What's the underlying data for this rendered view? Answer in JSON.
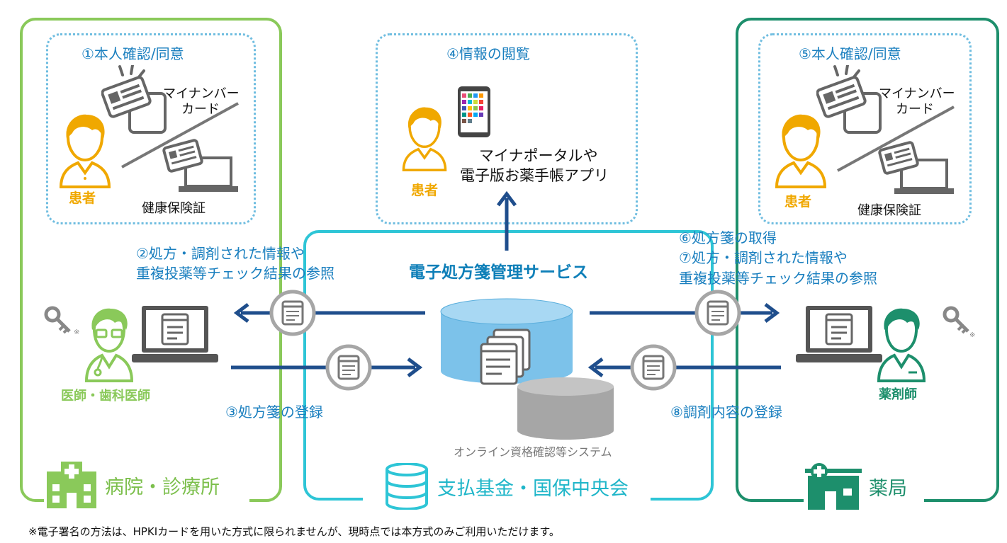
{
  "colors": {
    "hospital_green": "#8ac95a",
    "fund_cyan": "#2ec5d6",
    "pharmacy_green": "#1d8f6c",
    "arrow_navy": "#1f4e8c",
    "dotted_blue": "#6fbde0",
    "patient_orange": "#f0a800",
    "db_blue": "#7cc2ea",
    "db_gray": "#a6a6a6"
  },
  "hospital": {
    "consent_title": "①本人確認/同意",
    "card_label_1": "マイナンバー",
    "card_label_2": "カード",
    "insurance_label": "健康保険証",
    "patient_label": "患者",
    "ref_line_1": "②処方・調剤された情報や",
    "ref_line_2": "重複投薬等チェック結果の参照",
    "doctor_label": "医師・歯科医師",
    "note_mark": "※",
    "register_label": "③処方箋の登録",
    "footer_label": "病院・診療所",
    "icon": "hospital-icon"
  },
  "viewing": {
    "title": "④情報の閲覧",
    "line_1": "マイナポータルや",
    "line_2": "電子版お薬手帳アプリ",
    "patient_label": "患者",
    "icon": "smartphone-icon"
  },
  "center": {
    "service_title": "電子処方箋管理サービス",
    "system_label": "オンライン資格確認等システム",
    "footer_label": "支払基金・国保中央会",
    "icon": "database-icon"
  },
  "pharmacy": {
    "consent_title": "⑤本人確認/同意",
    "card_label_1": "マイナンバー",
    "card_label_2": "カード",
    "insurance_label": "健康保険証",
    "patient_label": "患者",
    "get_label": "⑥処方箋の取得",
    "ref_line_1": "⑦処方・調剤された情報や",
    "ref_line_2": "重複投薬等チェック結果の参照",
    "pharmacist_label": "薬剤師",
    "note_mark": "※",
    "register_label": "⑧調剤内容の登録",
    "footer_label": "薬局",
    "icon": "pharmacy-icon"
  },
  "footnote": "※電子署名の方法は、HPKIカードを用いた方式に限られませんが、現時点では本方式のみご利用いただけます。"
}
